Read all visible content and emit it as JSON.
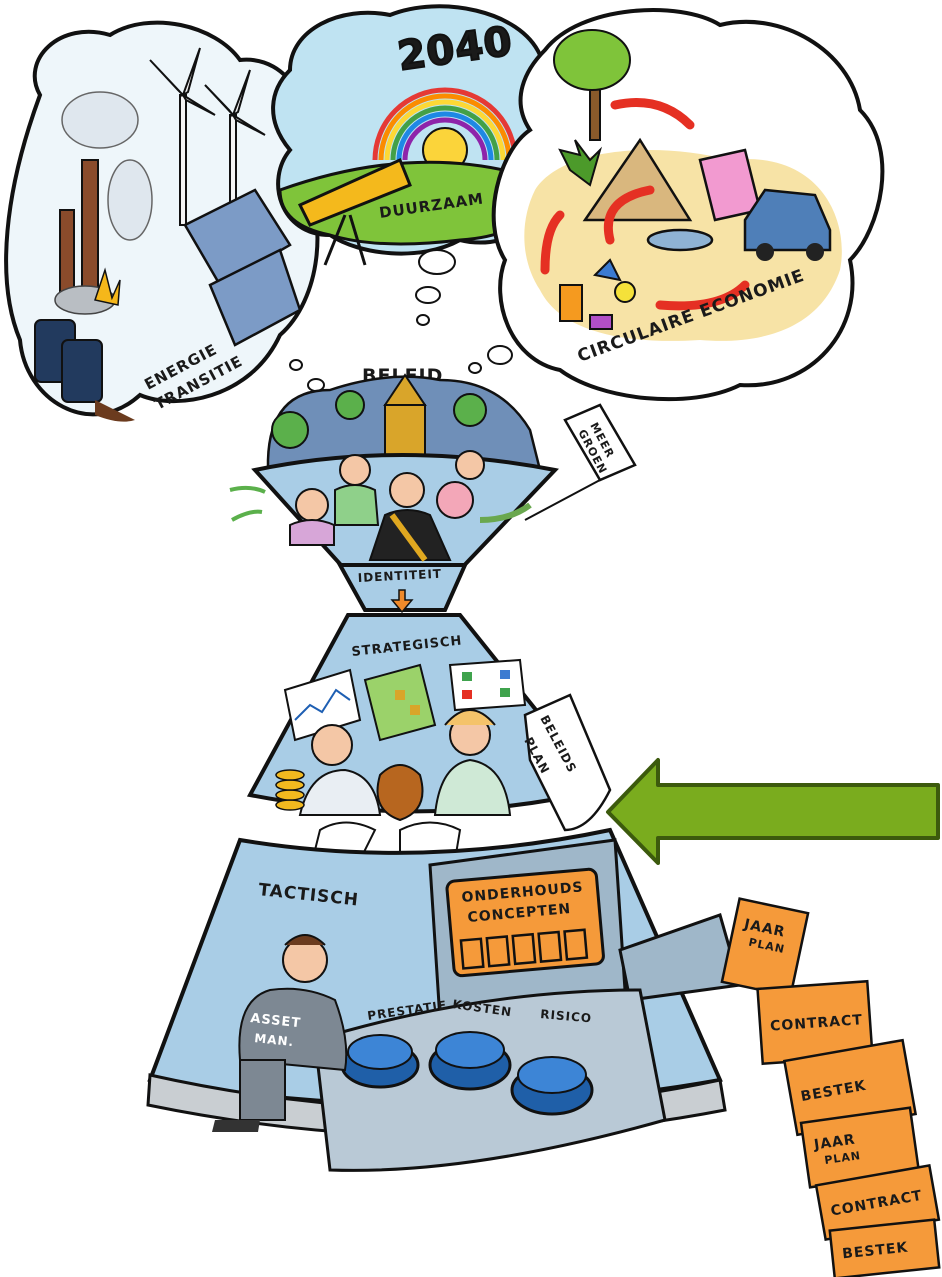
{
  "bubbles": {
    "year": "2040",
    "duurzaam": "DUURZAAM",
    "energie_line1": "ENERGIE",
    "energie_line2": "TRANSITIE",
    "circulaire": "CIRCULAIRE ECONOMIE",
    "beleid": "BELEID"
  },
  "funnel": {
    "meer_line1": "MEER",
    "meer_line2": "GROEN",
    "identiteit": "IDENTITEIT"
  },
  "strategic": {
    "label": "STRATEGISCH",
    "beleidsplan_line1": "BELEIDS",
    "beleidsplan_line2": "PLAN"
  },
  "tactical": {
    "label": "TACTISCH",
    "panel_line1": "ONDERHOUDS",
    "panel_line2": "CONCEPTEN",
    "asset_line1": "ASSET",
    "asset_line2": "MAN.",
    "knobs": [
      "PRESTATIE",
      "KOSTEN",
      "RISICO"
    ]
  },
  "output_sheets": [
    {
      "line1": "JAAR",
      "line2": "PLAN"
    },
    {
      "line1": "CONTRACT",
      "line2": ""
    },
    {
      "line1": "BESTEK",
      "line2": ""
    },
    {
      "line1": "JAAR",
      "line2": "PLAN"
    },
    {
      "line1": "CONTRACT",
      "line2": ""
    },
    {
      "line1": "BESTEK",
      "line2": ""
    }
  ],
  "colors": {
    "arrow": "#7aac1e",
    "machine": "#a9cde6",
    "sky": "#bfe3f2",
    "orange": "#f59a3a",
    "knob": "#1f5fa8"
  },
  "arrow": {
    "direction": "left",
    "icon": "green-arrow-left-icon"
  }
}
